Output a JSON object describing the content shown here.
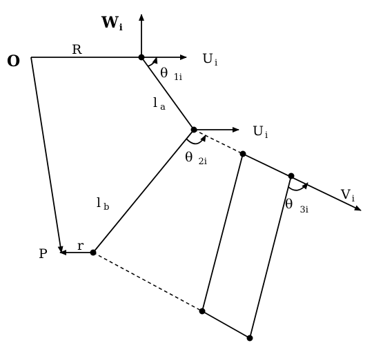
{
  "labels": {
    "O": "O",
    "R": "R",
    "W": "W",
    "W_sub": "i",
    "U_top": "U",
    "U_top_sub": "i",
    "theta1": "θ",
    "theta1_sub": "1i",
    "la": "l",
    "la_sub": "a",
    "U_mid": "U",
    "U_mid_sub": "i",
    "theta2": "θ",
    "theta2_sub": "2i",
    "lb": "l",
    "lb_sub": "b",
    "V": "V",
    "V_sub": "i",
    "theta3": "θ",
    "theta3_sub": "3i",
    "P": "P",
    "r": "r"
  }
}
